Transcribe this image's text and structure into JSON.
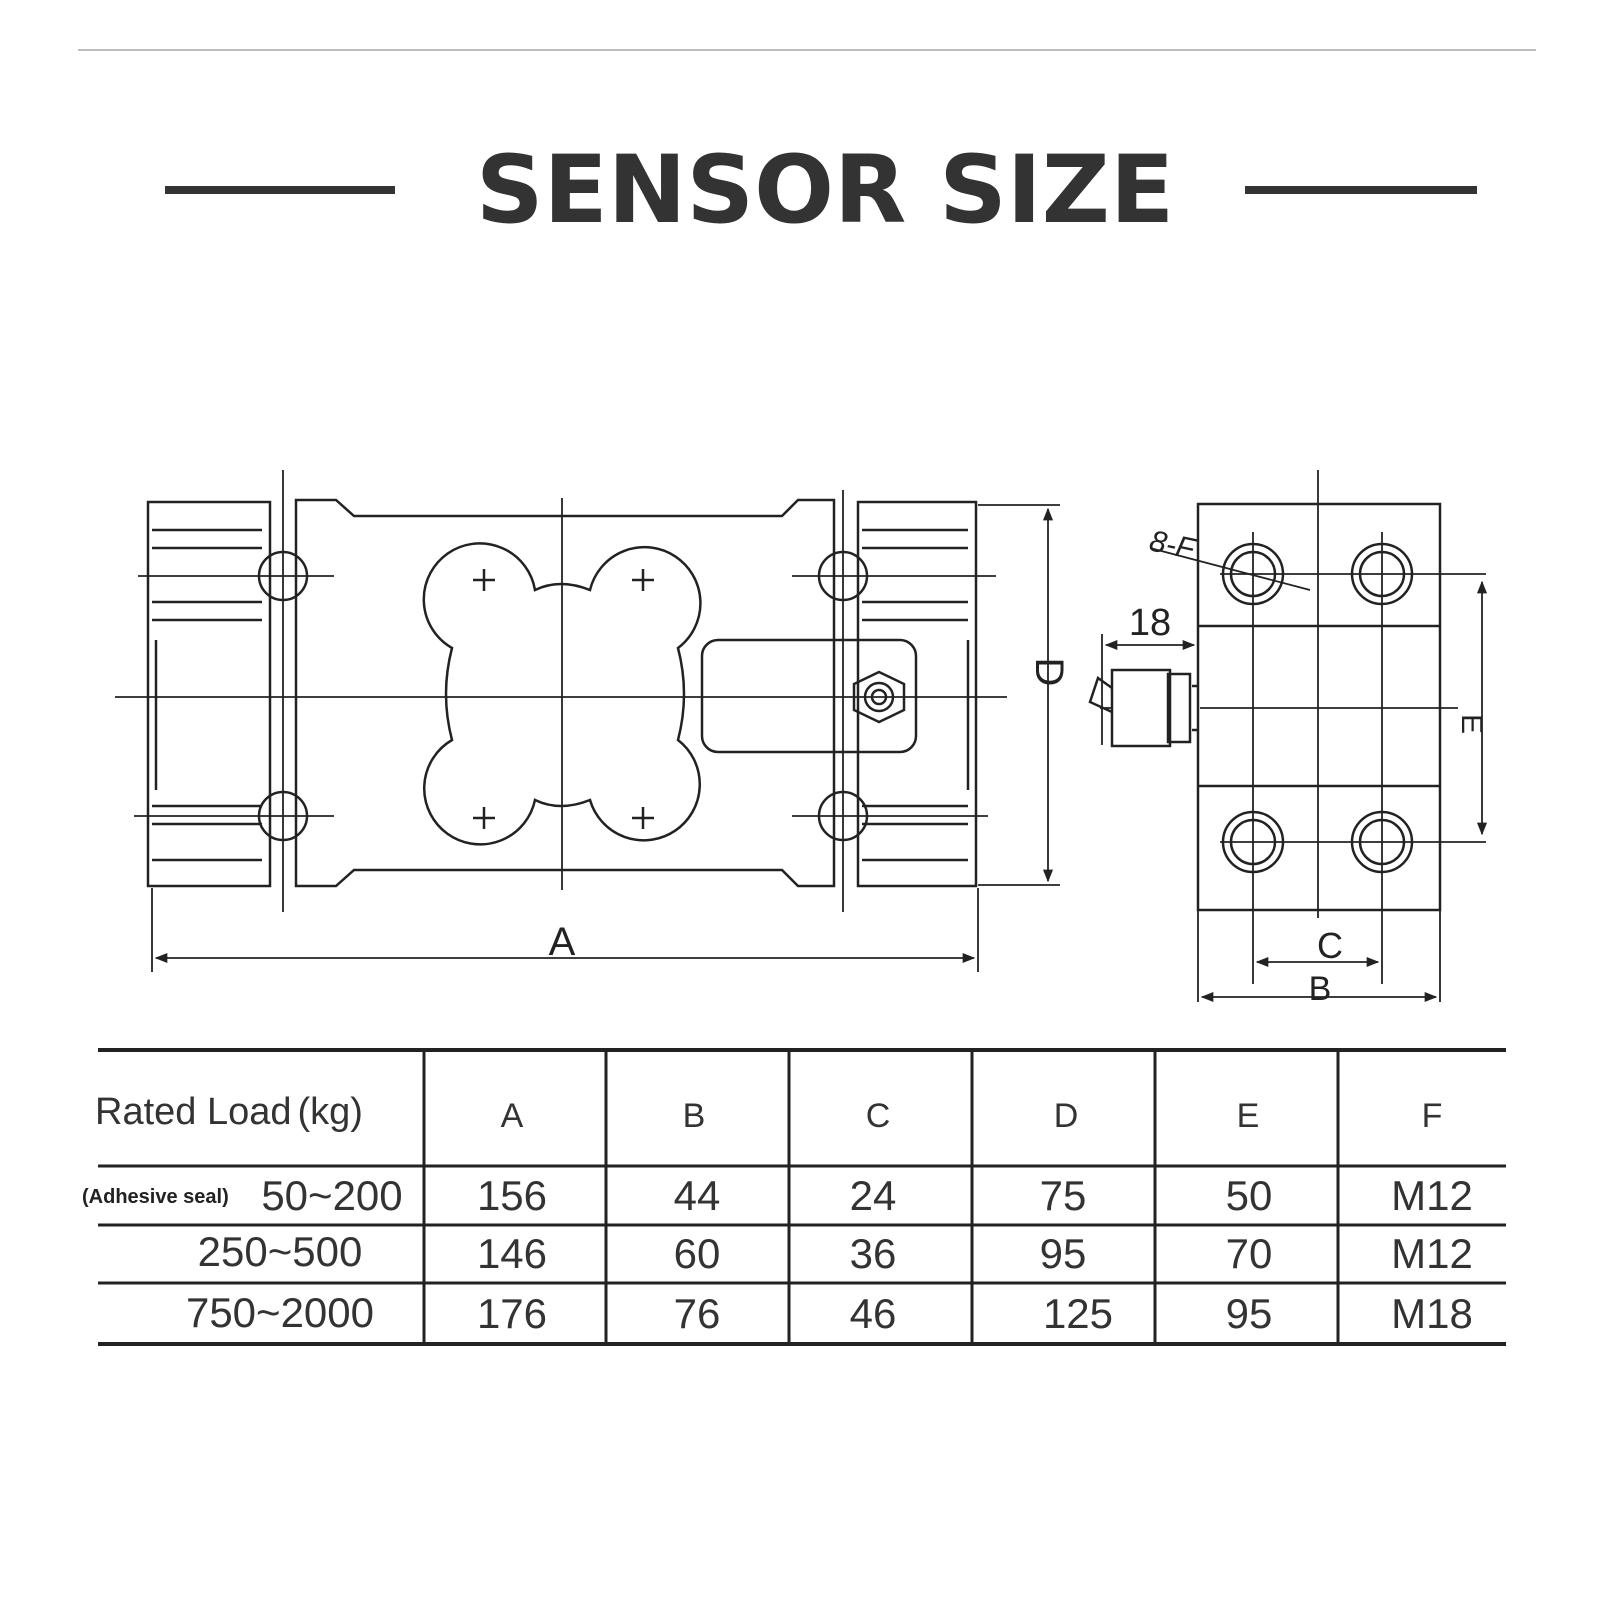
{
  "title": "SENSOR SIZE",
  "drawing": {
    "front_labels": {
      "a": "A",
      "d": "D"
    },
    "side_labels": {
      "hole_spec": "8-F",
      "cable_offset": "18",
      "e": "E",
      "c": "C",
      "b": "B"
    }
  },
  "table": {
    "header_first": "Rated Load",
    "header_unit": "(kg)",
    "columns": [
      "A",
      "B",
      "C",
      "D",
      "E",
      "F"
    ],
    "rows": [
      {
        "note": "(Adhesive seal)",
        "load": "50~200",
        "values": [
          "156",
          "44",
          "24",
          "75",
          "50",
          "M12"
        ]
      },
      {
        "note": "",
        "load": "250~500",
        "values": [
          "146",
          "60",
          "36",
          "95",
          "70",
          "M12"
        ]
      },
      {
        "note": "",
        "load": "750~2000",
        "values": [
          "176",
          "76",
          "46",
          "125",
          "95",
          "M18"
        ]
      }
    ]
  }
}
